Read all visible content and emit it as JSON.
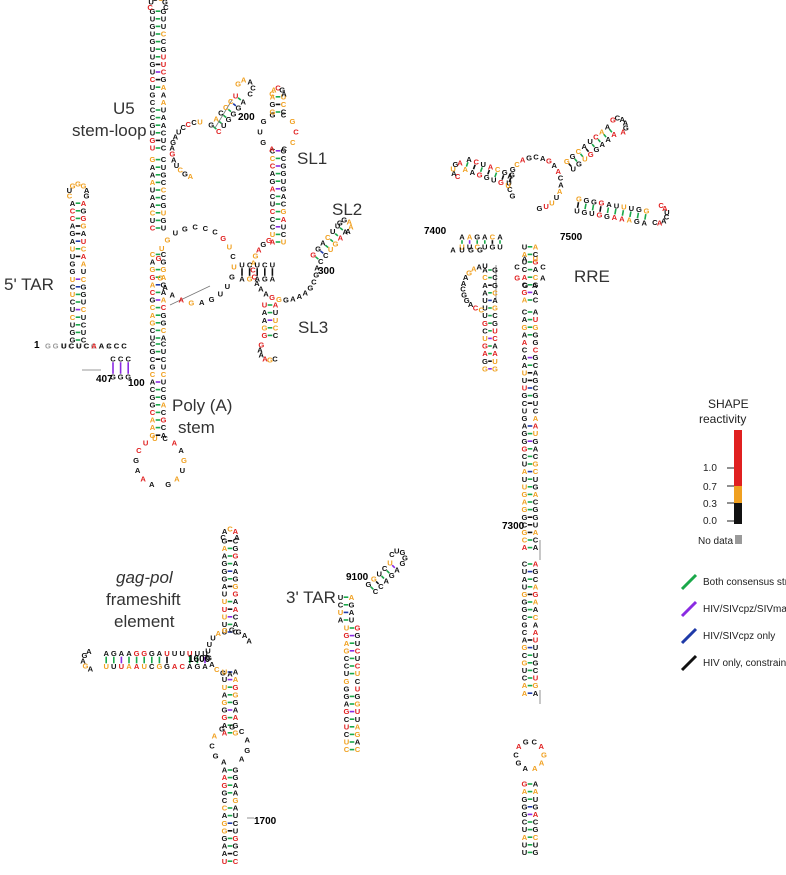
{
  "colors": {
    "shape_high": "#e02020",
    "shape_mid": "#f0a020",
    "shape_low": "#111111",
    "no_data": "#9a9a9a",
    "pair_both": "#1aa84a",
    "pair_hiv_sivcpz_sivmac": "#8a2be2",
    "pair_hiv_sivcpz": "#1f3aa8",
    "pair_hiv_only": "#111111"
  },
  "labels": {
    "u5_line1": "U5",
    "u5_line2": "stem-loop",
    "sl1": "SL1",
    "sl2": "SL2",
    "sl3": "SL3",
    "tar5": "5' TAR",
    "polya_line1": "Poly (A)",
    "polya_line2": "stem",
    "rre": "RRE",
    "gagpol_line1": "gag-pol",
    "gagpol_line2": "frameshift",
    "gagpol_line3": "element",
    "tar3": "3' TAR"
  },
  "positions": {
    "p1": "1",
    "p100": "100",
    "p200": "200",
    "p300": "300",
    "p407": "407",
    "p1600": "1600",
    "p1700": "1700",
    "p7300": "7300",
    "p7400": "7400",
    "p7500": "7500",
    "p9100": "9100"
  },
  "legend": {
    "title_line1": "SHAPE",
    "title_line2": "reactivity",
    "ticks": [
      "1.0",
      "0.7",
      "0.3",
      "0.0"
    ],
    "no_data": "No data",
    "pairs": [
      {
        "label": "Both consensus structures",
        "color": "#1aa84a"
      },
      {
        "label": "HIV/SIVcpz/SIVmac only",
        "color": "#8a2be2"
      },
      {
        "label": "HIV/SIVcpz only",
        "color": "#1f3aa8"
      },
      {
        "label": "HIV only, constrained",
        "color": "#111111"
      }
    ]
  },
  "motifs": {
    "tar5_left": "GGUCUCUCUGGUUAGACCAGAUCUGAGCCUGGGAG",
    "tar5_right": "CUCUCUGGCUAACUAGGGAACCCACUGCUUAAGC",
    "u5_left": "CUCAAUAAAGCUUGCCUUGAGUGCUUCAAGUAGUG",
    "u5_right": "UGUGCCCGUCUGUUGUGUGACUCUGGUAACUAGAG",
    "sl1_left": "AUCCCUCAGACCCUUUUAGUCAGUGUGGAAAAUC",
    "sl1_right": "UCUAGCAGUGGCGCCCGAACAGGGACUUGAAAG",
    "sl3_loop": "CGAAAGGGAAACCAGAGGAG",
    "polya_left": "CUCUCUCGACGCAGGACUCGGCUUGCUGAAG",
    "polya_right": "CGCGCACGGCAAGAGGCGAGGGGCGGCGAC",
    "gag_left": "UUUUUUAGGGAAGAUCUGGCCUUCC",
    "gag_right": "CACAAGGGAAGGCCAGGGAAUUUUCUU",
    "gag_arm": "AGACAGGCUAAUUUUUUAGGG",
    "tar3_left": "GGUCUCUCUGGUUAGACCAGAUC",
    "tar3_right": "UGAGCCUGGGAGCUCUCUGGCUAAC",
    "rre_left": "AGCACUAUGGGCGCAGCGUCAAUGACGCUGACGGUACAGGCCAGACAAUUAUUGUCUGGUAUAGUG",
    "rre_right": "CAGCAGCAGAACAAUUUGCUGAGGGCUAUUGAGGCGCAACAGCAUCUGUUGCAACUCACAGUCUGG",
    "rre_arm1": "GGCAUCAAGCAGCUCCAGGCAAGAAUCCUGGC",
    "rre_arm2": "UGUGGAAAGAUACCUAAAGGAUCAACAGCUCCU",
    "rre_arm3": "GGGGAUUUGGGGUUGCUCUGGAAAACUCAUUUGC"
  }
}
